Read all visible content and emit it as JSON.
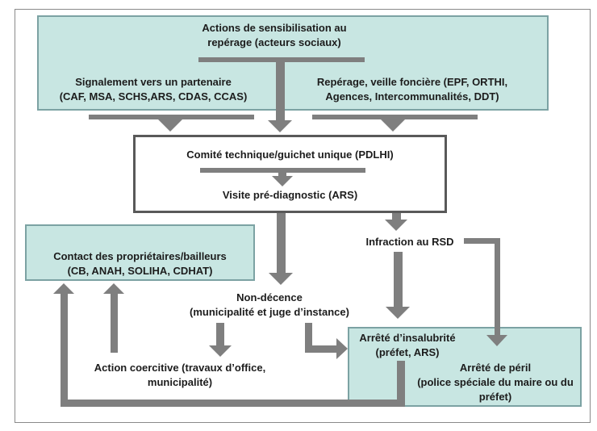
{
  "diagram": {
    "sensibilisation": {
      "line1": "Actions de sensibilisation au",
      "line2": "repérage (acteurs sociaux)"
    },
    "signalement": {
      "line1": "Signalement vers un partenaire",
      "line2": "(CAF, MSA, SCHS,ARS, CDAS, CCAS)"
    },
    "reperage": {
      "line1": "Repérage, veille foncière (EPF, ORTHI,",
      "line2": "Agences, Intercommunalités, DDT)"
    },
    "comite": {
      "line1": "Comité technique/guichet unique (PDLHI)",
      "line2": "Visite pré-diagnostic (ARS)"
    },
    "infraction": {
      "label": "Infraction au RSD"
    },
    "contact": {
      "line1": "Contact des propriétaires/bailleurs",
      "line2": "(CB, ANAH, SOLIHA, CDHAT)"
    },
    "non_decence": {
      "line1": "Non-décence",
      "line2": "(municipalité et juge d’instance)"
    },
    "action_coercitive": {
      "line1": "Action coercitive (travaux d’office,",
      "line2": "municipalité)"
    },
    "insalubrite": {
      "line1": "Arrêté d’insalubrité",
      "line2": "(préfet, ARS)"
    },
    "peril": {
      "line1": "Arrêté de péril",
      "line2": "(police spéciale du maire ou du",
      "line3": "préfet)"
    }
  },
  "colors": {
    "teal_fill": "#c8e6e2",
    "teal_border": "#7ca2a3",
    "arrow_gray": "#7f7f7f",
    "dark_border": "#595959",
    "frame_border": "#8a8a8a"
  }
}
